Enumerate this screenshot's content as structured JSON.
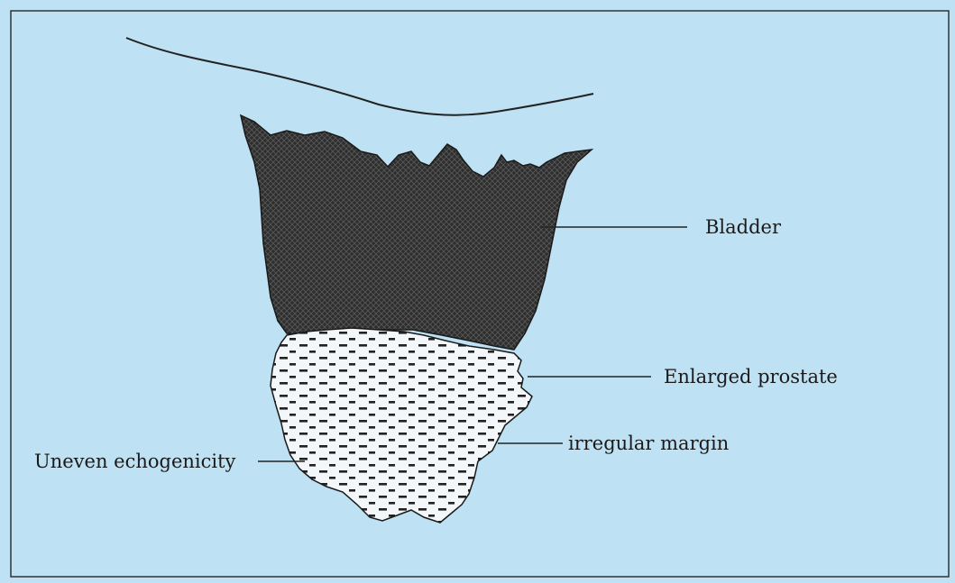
{
  "labels": {
    "bladder": "Bladder",
    "enlarged_prostate": "Enlarged prostate",
    "irregular_margin": "irregular margin",
    "uneven_echogenicity": "Uneven echogenicity"
  },
  "colors": {
    "background": "#bfe1f4",
    "bladder_fill": "#2b2b2b",
    "prostate_fill": "#f2f6f8",
    "ink": "#1a1a1a"
  }
}
